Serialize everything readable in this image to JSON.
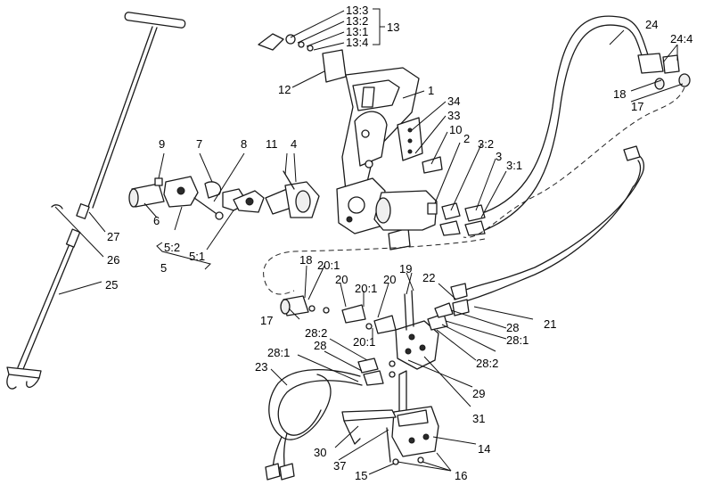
{
  "callouts": {
    "c1": "1",
    "c2": "2",
    "c3": "3",
    "c3_1": "3:1",
    "c3_2": "3:2",
    "c4": "4",
    "c5": "5",
    "c5_1": "5:1",
    "c5_2": "5:2",
    "c6": "6",
    "c7": "7",
    "c8": "8",
    "c9": "9",
    "c10": "10",
    "c11": "11",
    "c12": "12",
    "c13": "13",
    "c13_1": "13:1",
    "c13_2": "13:2",
    "c13_3": "13:3",
    "c13_4": "13:4",
    "c14": "14",
    "c15": "15",
    "c16": "16",
    "c17a": "17",
    "c17b": "17",
    "c18a": "18",
    "c18b": "18",
    "c19": "19",
    "c20a": "20",
    "c20b": "20",
    "c20_1a": "20:1",
    "c20_1b": "20:1",
    "c20_1c": "20:1",
    "c21": "21",
    "c22": "22",
    "c23": "23",
    "c24": "24",
    "c24_4": "24:4",
    "c25": "25",
    "c26": "26",
    "c27": "27",
    "c28a": "28",
    "c28b": "28",
    "c28_1a": "28:1",
    "c28_1b": "28:1",
    "c28_2a": "28:2",
    "c28_2b": "28:2",
    "c29": "29",
    "c30": "30",
    "c31": "31",
    "c33": "33",
    "c34": "34",
    "c37": "37"
  }
}
